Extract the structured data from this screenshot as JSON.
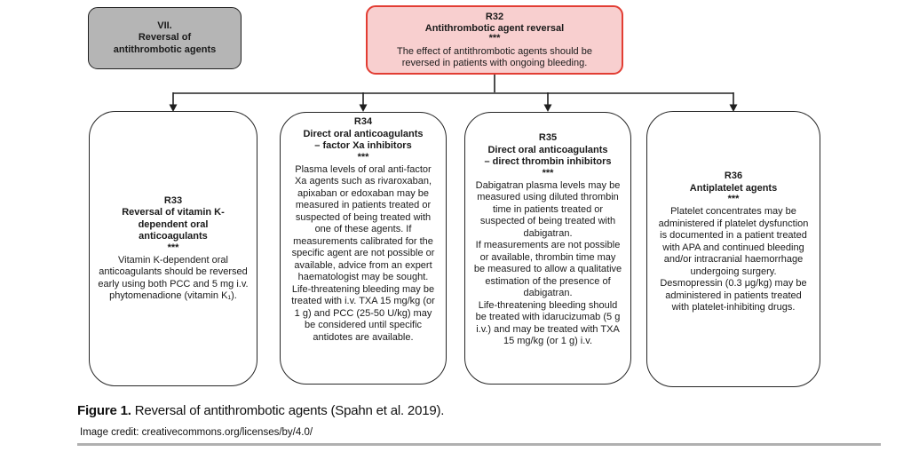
{
  "figure": {
    "section": {
      "text": "VII.\nReversal of\nantithrombotic agents"
    },
    "r32": {
      "id": "R32",
      "title": "Antithrombotic agent reversal",
      "stars": "***",
      "body": "The effect of antithrombotic agents should be\nreversed in patients with ongoing bleeding."
    },
    "r33": {
      "id": "R33",
      "title": "Reversal of vitamin K-\ndependent oral\nanticoagulants",
      "stars": "***",
      "body": "Vitamin K-dependent oral anticoagulants should be reversed early using both PCC and 5 mg i.v. phytomenadione (vitamin K₁)."
    },
    "r34": {
      "id": "R34",
      "title": "Direct oral anticoagulants\n– factor Xa inhibitors",
      "stars": "***",
      "body": "Plasma levels of oral anti-factor Xa agents such as rivaroxaban, apixaban or edoxaban may be measured in patients treated or suspected of being treated with one of these agents. If measurements calibrated for the specific agent are not possible or available, advice from an expert haematologist may be sought. Life-threatening bleeding may be treated with i.v. TXA 15 mg/kg (or 1 g) and PCC (25-50 U/kg) may be considered until specific antidotes are available."
    },
    "r35": {
      "id": "R35",
      "title": "Direct oral anticoagulants\n– direct thrombin inhibitors",
      "stars": "***",
      "body": "Dabigatran plasma levels may be measured using diluted thrombin time in patients treated or suspected of being treated with dabigatran.\nIf measurements are not possible or available, thrombin time may be measured to allow a qualitative estimation of the presence of dabigatran.\nLife-threatening bleeding should be treated with idarucizumab (5 g i.v.) and may be treated with TXA 15 mg/kg (or 1 g) i.v."
    },
    "r36": {
      "id": "R36",
      "title": "Antiplatelet agents",
      "stars": "***",
      "body": "Platelet concentrates may be administered if platelet dysfunction is documented in a patient treated with APA and continued bleeding and/or intracranial haemorrhage undergoing surgery.\nDesmopressin (0.3 μg/kg) may be administered in patients treated with platelet-inhibiting drugs."
    },
    "caption": {
      "label": "Figure 1.",
      "text": "Reversal of antithrombotic agents (Spahn et al. 2019)."
    },
    "credit": "Image credit: creativecommons.org/licenses/by/4.0/"
  },
  "colors": {
    "pink_fill": "#f8cfcf",
    "red_border": "#e23d33",
    "gray_fill": "#b5b5b5",
    "box_border": "#262626",
    "connector_line": "#5a5a5a",
    "arrow": "#1f1f1f",
    "divider": "#b0b0b0"
  }
}
